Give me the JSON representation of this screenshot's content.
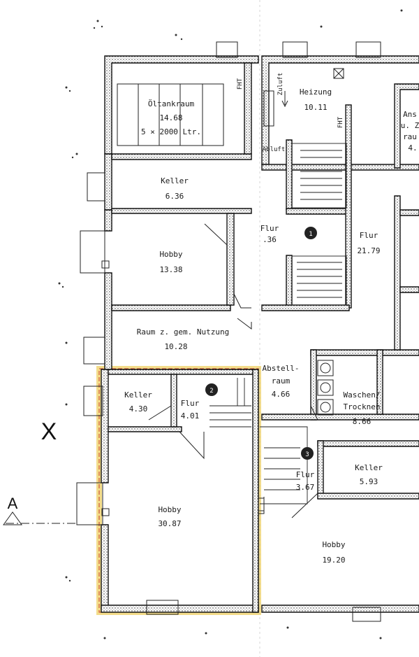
{
  "rooms": {
    "oeltank": {
      "name": "Öltankraum",
      "area": "14.68",
      "note": "5 × 2000 Ltr."
    },
    "keller_a": {
      "name": "Keller",
      "area": "6.36"
    },
    "hobby_a": {
      "name": "Hobby",
      "area": "13.38"
    },
    "raum_gem": {
      "name": "Raum z. gem. Nutzung",
      "area": "10.28"
    },
    "keller_b": {
      "name": "Keller",
      "area": "4.30"
    },
    "flur_b": {
      "name": "Flur",
      "area": "4.01"
    },
    "hobby_b": {
      "name": "Hobby",
      "area": "30.87"
    },
    "heizung": {
      "name": "Heizung",
      "area": "10.11"
    },
    "flur_c": {
      "name": "Flur",
      "area": ".36"
    },
    "flur_d": {
      "name": "Flur",
      "area": "21.79"
    },
    "abstell_l1": "Abstell-",
    "abstell_l2": "raum",
    "abstell_area": "4.66",
    "waschen_l1": "Waschen/",
    "waschen_l2": "Trocknen",
    "waschen_area": "8.66",
    "flur_e": {
      "name": "Flur",
      "area": "3.67"
    },
    "keller_c": {
      "name": "Keller",
      "area": "5.93"
    },
    "hobby_c": {
      "name": "Hobby",
      "area": "19.20"
    },
    "ans_l1": "Ans",
    "ans_l2": "u. Z",
    "ans_l3": "rau",
    "ans_l4": "4."
  },
  "annotations": {
    "fht_1": "FHT",
    "fht_2": "FHT",
    "zuluft": "Zuluft",
    "abluft": "Abluft",
    "section_mark": "A",
    "cross_mark": "X",
    "stair_numbers": [
      "2",
      "3",
      "1"
    ]
  },
  "colors": {
    "highlight": "#f3dc8a",
    "highlight_dash": "#c0392b",
    "wall": "#111111"
  }
}
